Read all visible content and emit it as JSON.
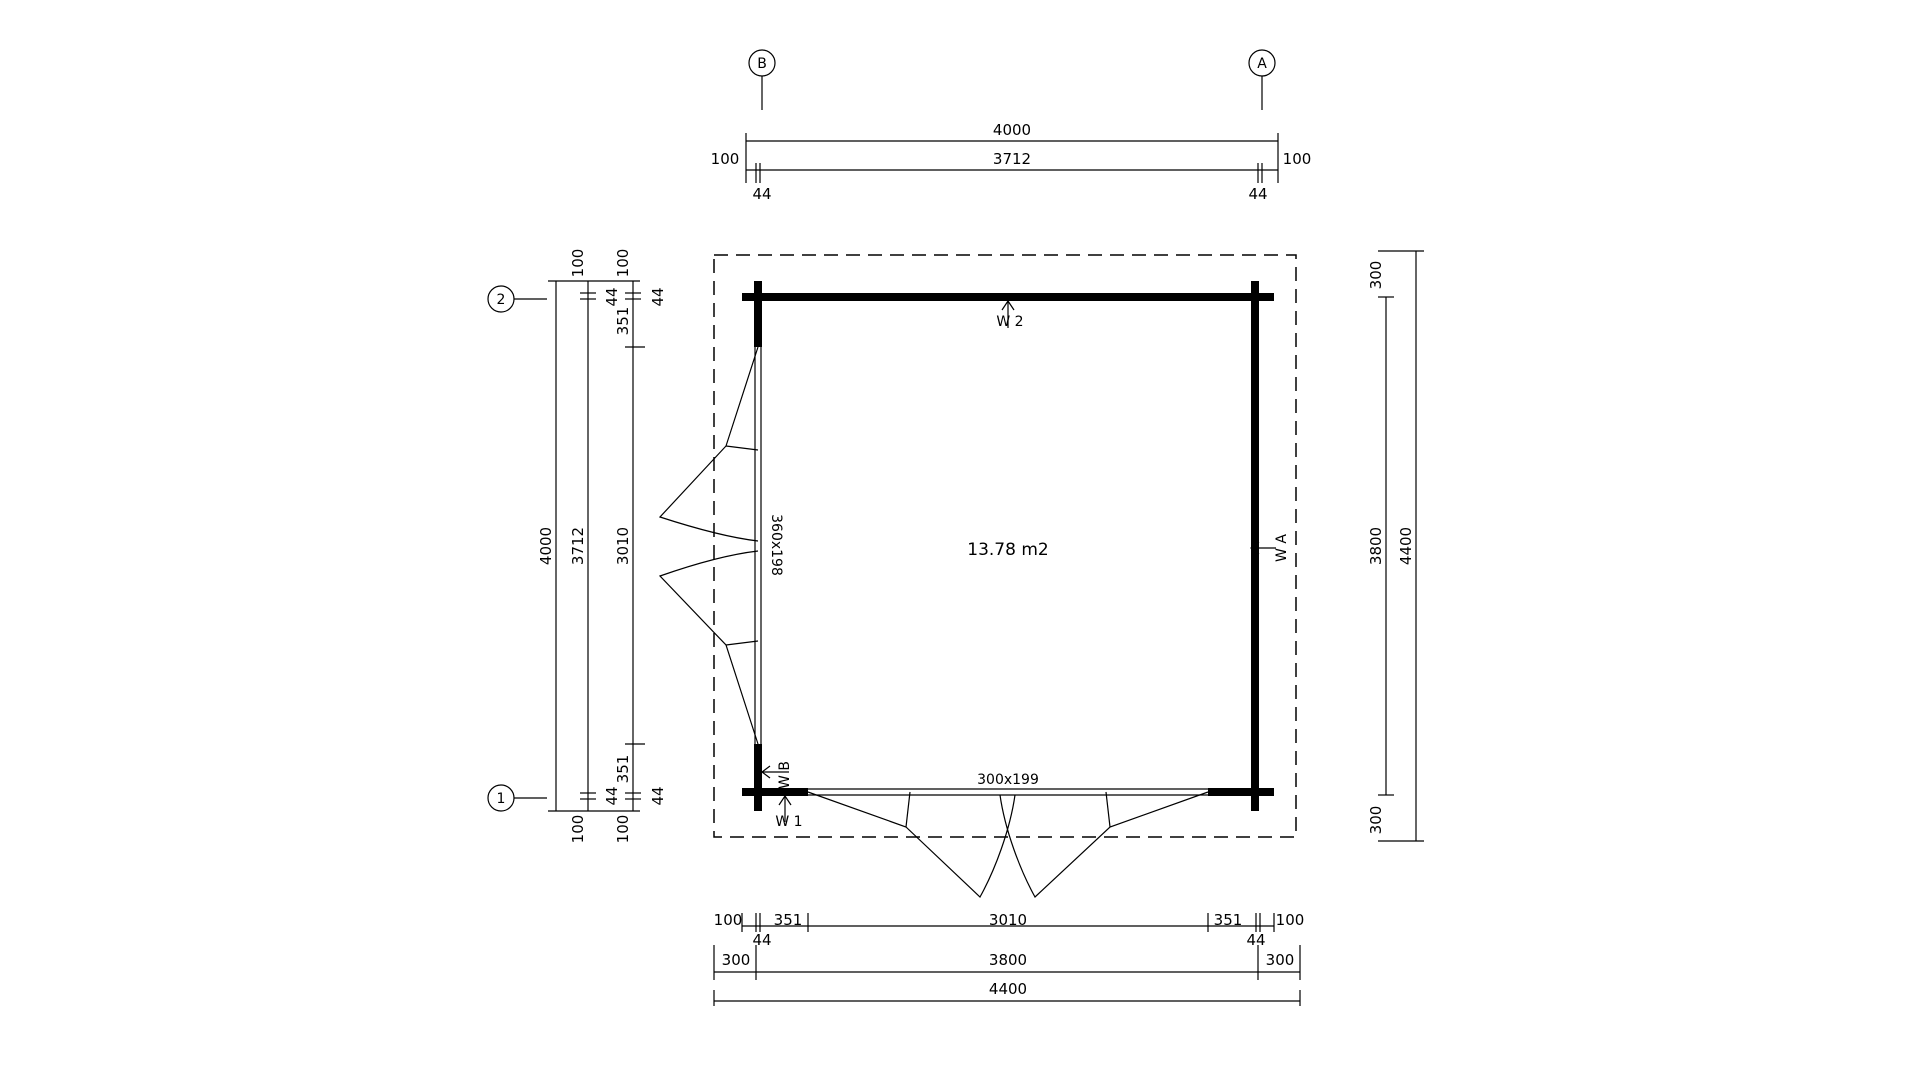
{
  "plan": {
    "axes": {
      "A": "A",
      "B": "B",
      "one": "1",
      "two": "2"
    },
    "area_label": "13.78 m2",
    "wall_labels": {
      "w1": "W 1",
      "w2": "W 2",
      "wA": "W A",
      "wB": "W B"
    },
    "openings": {
      "door_front": "300x199",
      "door_side": "360x198"
    },
    "dims_top": {
      "overall": "4000",
      "inner": "3712",
      "end_left": "100",
      "end_right": "100",
      "wall_left": "44",
      "wall_right": "44"
    },
    "dims_left": {
      "overall": "4000",
      "inner": "3712",
      "door": "3010",
      "top_pier": "351",
      "bottom_pier": "351",
      "top_end": "100",
      "top_end_2": "100",
      "bottom_end": "100",
      "bottom_end_2": "100",
      "top_wall": "44",
      "top_wall_2": "44",
      "bottom_wall": "44",
      "bottom_wall_2": "44"
    },
    "dims_right": {
      "overall": "4400",
      "floor": "3800",
      "top_overhang": "300",
      "bottom_overhang": "300"
    },
    "dims_bottom": {
      "end_left": "100",
      "end_right": "100",
      "pier_left": "351",
      "pier_right": "351",
      "door": "3010",
      "wall_left": "44",
      "wall_right": "44",
      "overhang_left": "300",
      "overhang_right": "300",
      "floor": "3800",
      "overall": "4400"
    }
  }
}
